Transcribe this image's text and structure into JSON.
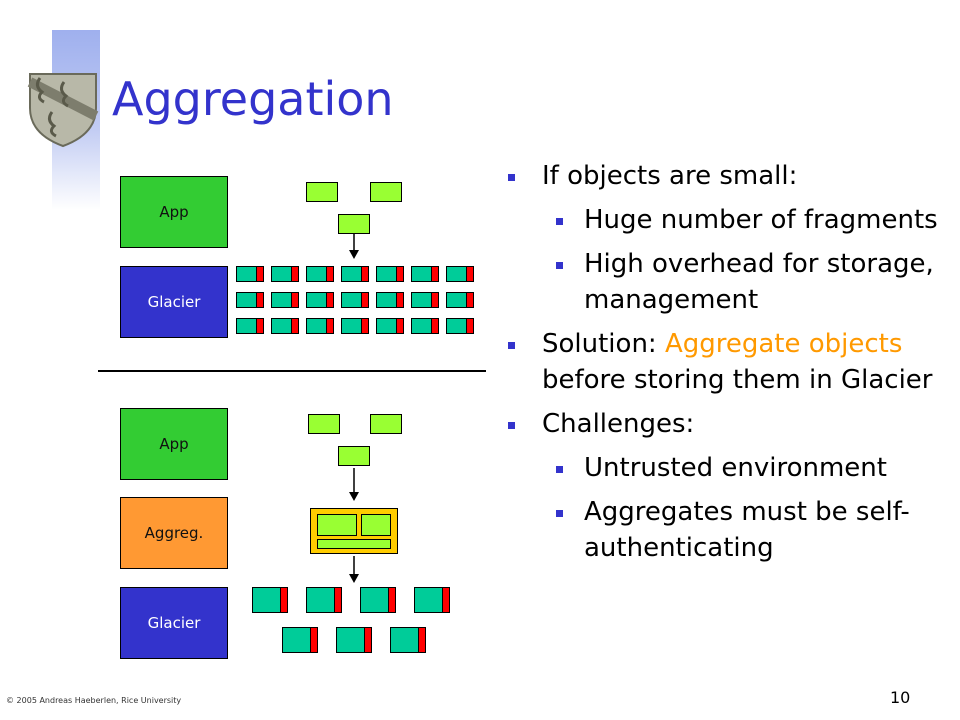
{
  "slide": {
    "title": "Aggregation",
    "page_number": "10",
    "footer": "© 2005 Andreas Haeberlen, Rice University"
  },
  "diagram": {
    "top": {
      "app_label": "App",
      "glacier_label": "Glacier"
    },
    "bottom": {
      "app_label": "App",
      "aggreg_label": "Aggreg.",
      "glacier_label": "Glacier"
    }
  },
  "bullets": {
    "b1": "If objects are small:",
    "b1a": "Huge number of fragments",
    "b1b": "High overhead for storage, management",
    "b2_pre": "Solution: ",
    "b2_hl": "Aggregate objects",
    "b2_post": " before storing them in Glacier",
    "b3": "Challenges:",
    "b3a": "Untrusted environment",
    "b3b": "Aggregates must be self-authenticating"
  },
  "colors": {
    "accent": "#3333cc",
    "highlight": "#ff9900",
    "app": "#33cc33",
    "glacier": "#3333cc",
    "aggreg": "#ff9933"
  }
}
